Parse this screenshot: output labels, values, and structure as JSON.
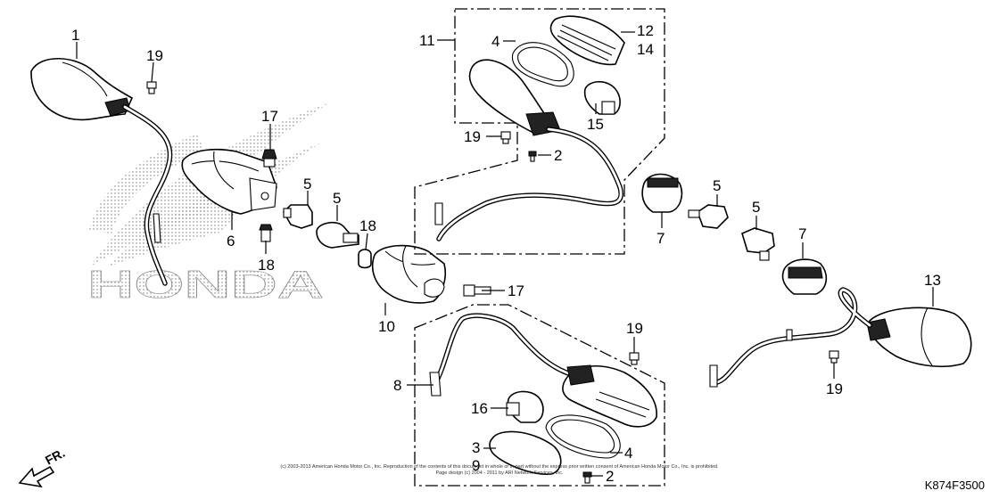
{
  "diagram": {
    "code": "K874F3500",
    "direction_label": "FR.",
    "copyright_lines": [
      "(c) 2003-2013 American Honda Motor Co., Inc. Reproduction of the contents of this document in whole or in part without the express prior written consent of American Honda Motor Co., Inc. is prohibited.",
      "Page design (c) 2004 - 2011 by ARI Network Services, Inc."
    ],
    "watermark_text": "HONDA"
  },
  "callouts": [
    {
      "id": "c1",
      "label": "1"
    },
    {
      "id": "c19a",
      "label": "19"
    },
    {
      "id": "c17a",
      "label": "17"
    },
    {
      "id": "c6",
      "label": "6"
    },
    {
      "id": "c18a",
      "label": "18"
    },
    {
      "id": "c5a",
      "label": "5"
    },
    {
      "id": "c5b",
      "label": "5"
    },
    {
      "id": "c18b",
      "label": "18"
    },
    {
      "id": "c10",
      "label": "10"
    },
    {
      "id": "c17b",
      "label": "17"
    },
    {
      "id": "c11",
      "label": "11"
    },
    {
      "id": "c4a",
      "label": "4"
    },
    {
      "id": "c12",
      "label": "12"
    },
    {
      "id": "c14",
      "label": "14"
    },
    {
      "id": "c15",
      "label": "15"
    },
    {
      "id": "c19b",
      "label": "19"
    },
    {
      "id": "c2a",
      "label": "2"
    },
    {
      "id": "c7a",
      "label": "7"
    },
    {
      "id": "c5c",
      "label": "5"
    },
    {
      "id": "c5d",
      "label": "5"
    },
    {
      "id": "c7b",
      "label": "7"
    },
    {
      "id": "c13",
      "label": "13"
    },
    {
      "id": "c19c",
      "label": "19"
    },
    {
      "id": "c19d",
      "label": "19"
    },
    {
      "id": "c8",
      "label": "8"
    },
    {
      "id": "c16",
      "label": "16"
    },
    {
      "id": "c3",
      "label": "3"
    },
    {
      "id": "c9",
      "label": "9"
    },
    {
      "id": "c4b",
      "label": "4"
    },
    {
      "id": "c2b",
      "label": "2"
    }
  ]
}
